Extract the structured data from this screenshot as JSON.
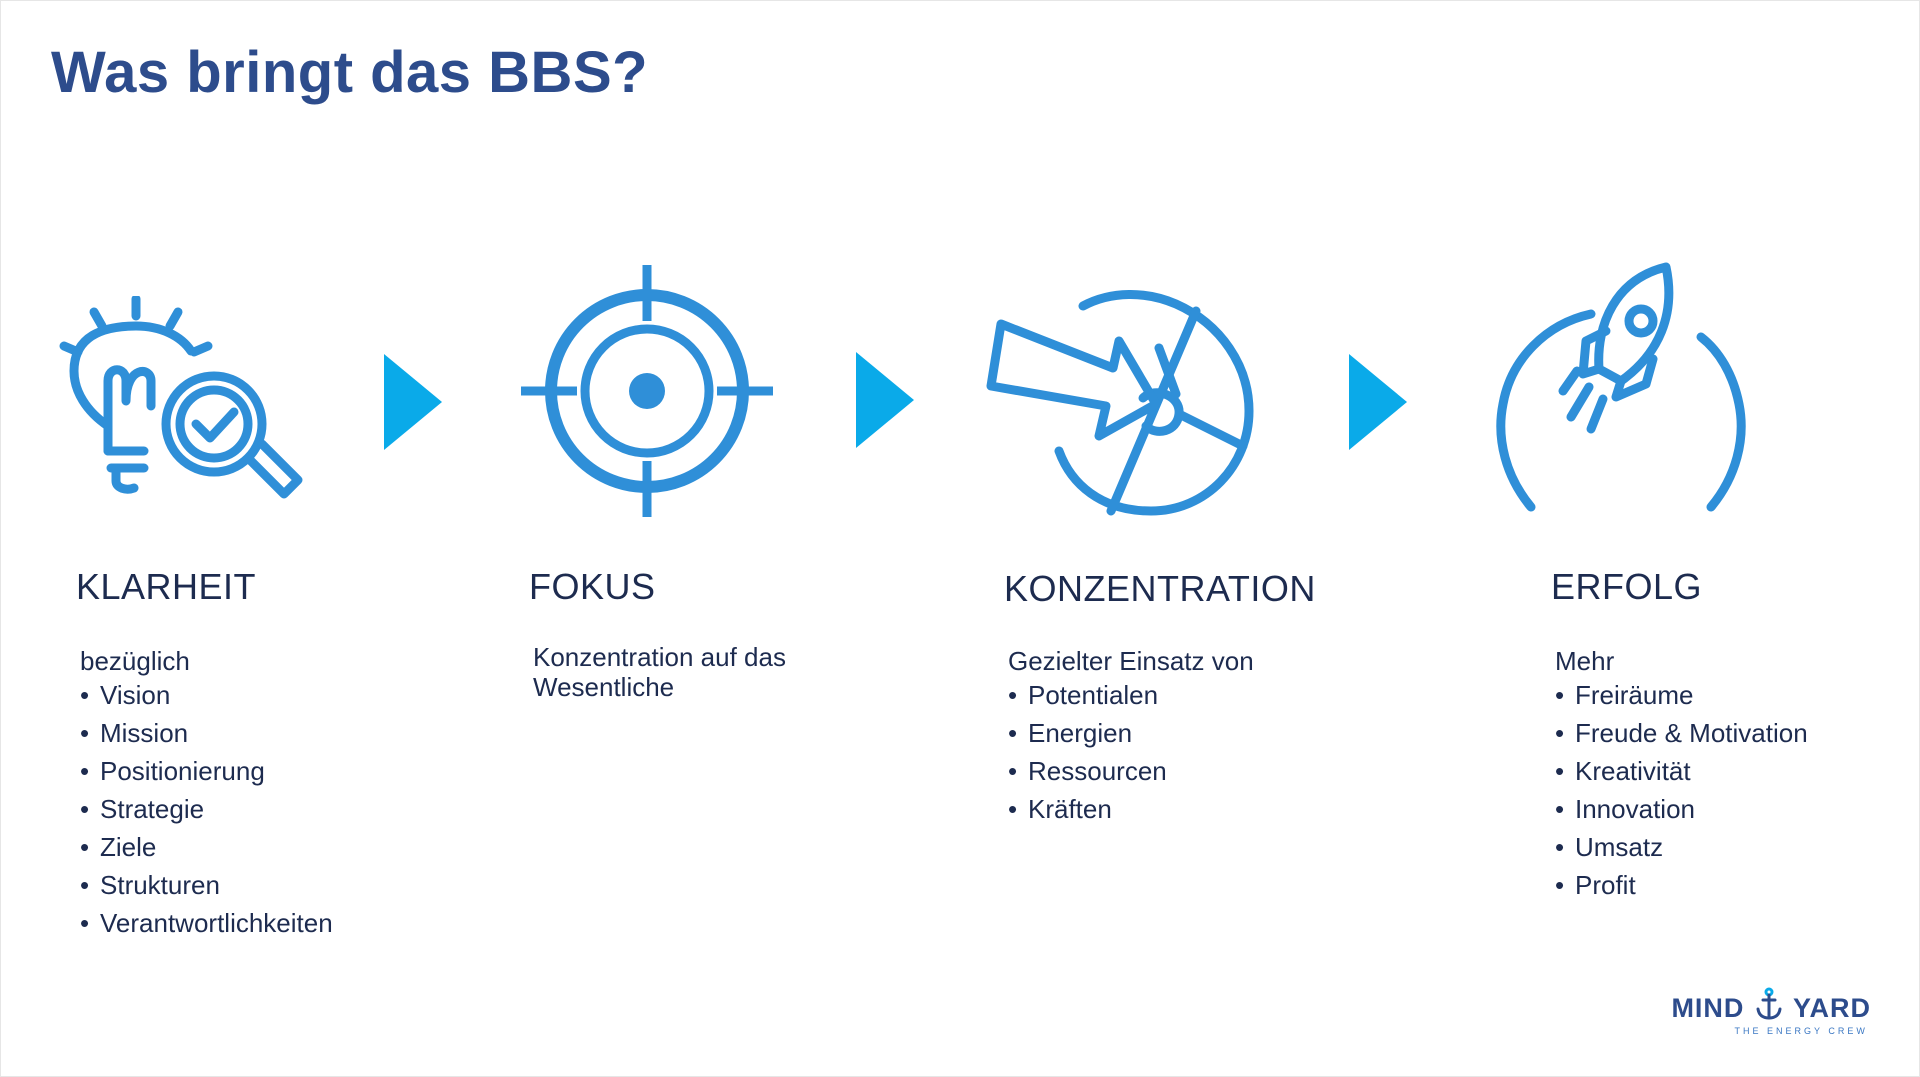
{
  "slide": {
    "title": "Was bringt das BBS?",
    "accent_color": "#2f8fd8",
    "arrow_color": "#0aaae9",
    "title_color": "#2d4c8c"
  },
  "columns": [
    {
      "icon": "lightbulb-magnifier-check-icon",
      "heading": "KLARHEIT",
      "intro": "bezüglich",
      "items": [
        "Vision",
        "Mission",
        "Positionierung",
        "Strategie",
        "Ziele",
        "Strukturen",
        "Verantwortlichkeiten"
      ]
    },
    {
      "icon": "crosshair-target-icon",
      "heading": "FOKUS",
      "intro_lines": [
        "Konzentration auf das",
        "Wesentliche"
      ],
      "items": []
    },
    {
      "icon": "arrow-into-target-icon",
      "heading": "KONZENTRATION",
      "intro": "Gezielter Einsatz von",
      "items": [
        "Potentialen",
        "Energien",
        "Ressourcen",
        "Kräften"
      ]
    },
    {
      "icon": "rocket-launch-icon",
      "heading": "ERFOLG",
      "intro": "Mehr",
      "items": [
        "Freiräume",
        "Freude & Motivation",
        "Kreativität",
        "Innovation",
        "Umsatz",
        "Profit"
      ]
    }
  ],
  "logo": {
    "left_word": "MIND",
    "right_word": "YARD",
    "tagline": "THE ENERGY CREW",
    "icon": "anchor-icon"
  },
  "bullet": "•"
}
